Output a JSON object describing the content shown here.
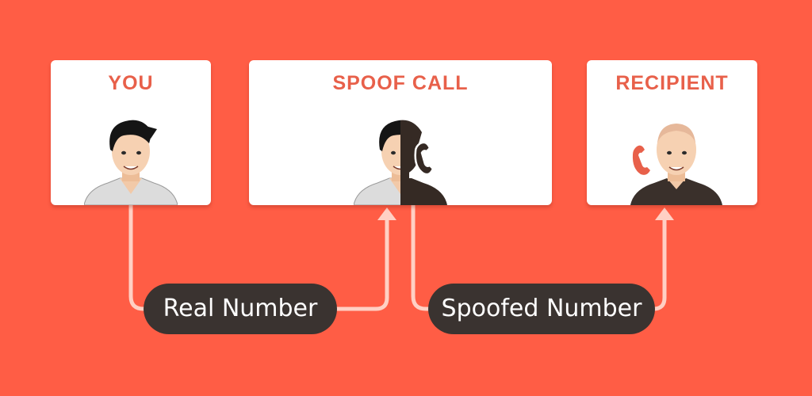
{
  "cards": {
    "you": {
      "title": "YOU"
    },
    "spoof": {
      "title": "SPOOF CALL"
    },
    "recipient": {
      "title": "RECIPIENT"
    }
  },
  "labels": {
    "real_number": "Real Number",
    "spoofed_number": "Spoofed Number"
  },
  "colors": {
    "background": "#FF5D45",
    "card": "#FFFFFF",
    "title": "#E8604A",
    "pill": "#3A3330",
    "connector": "#FFD0C4"
  }
}
